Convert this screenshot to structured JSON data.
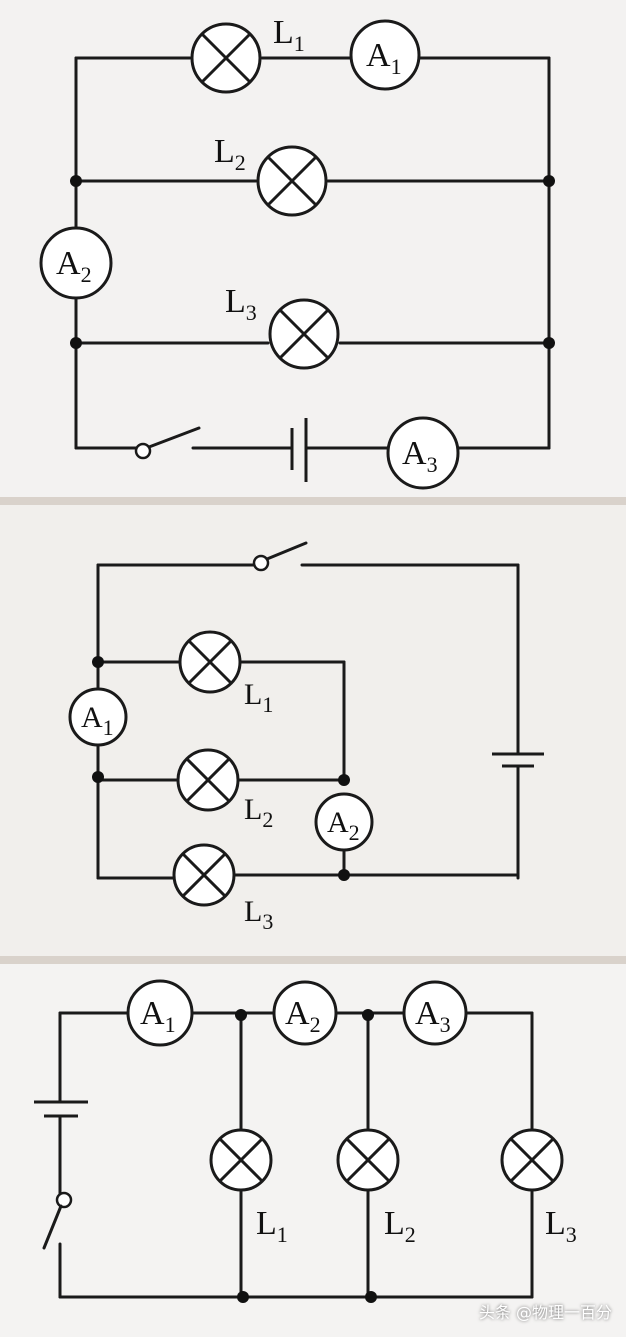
{
  "diagrams": [
    {
      "lamps": [
        {
          "letter": "L",
          "index": "1"
        },
        {
          "letter": "L",
          "index": "2"
        },
        {
          "letter": "L",
          "index": "3"
        }
      ],
      "meters": [
        {
          "letter": "A",
          "index": "1"
        },
        {
          "letter": "A",
          "index": "2"
        },
        {
          "letter": "A",
          "index": "3"
        }
      ]
    },
    {
      "lamps": [
        {
          "letter": "L",
          "index": "1"
        },
        {
          "letter": "L",
          "index": "2"
        },
        {
          "letter": "L",
          "index": "3"
        }
      ],
      "meters": [
        {
          "letter": "A",
          "index": "1"
        },
        {
          "letter": "A",
          "index": "2"
        }
      ]
    },
    {
      "lamps": [
        {
          "letter": "L",
          "index": "1"
        },
        {
          "letter": "L",
          "index": "2"
        },
        {
          "letter": "L",
          "index": "3"
        }
      ],
      "meters": [
        {
          "letter": "A",
          "index": "1"
        },
        {
          "letter": "A",
          "index": "2"
        },
        {
          "letter": "A",
          "index": "3"
        }
      ]
    }
  ],
  "watermark": "头条 @物理一百分",
  "colors": {
    "ink": "#1a1a1a",
    "paper": "#f3f2f1",
    "gap": "#d9d2cb"
  }
}
